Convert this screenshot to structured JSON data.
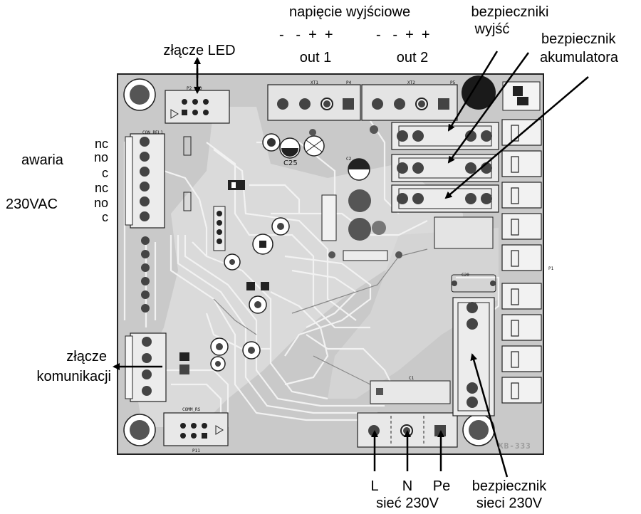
{
  "labels": {
    "output_voltage": "napięcie wyjściowe",
    "out1_polarity": "-   -  +  +",
    "out2_polarity": "-   -  +  +",
    "out1": "out 1",
    "out2": "out 2",
    "output_fuses_line1": "bezpieczniki",
    "output_fuses_line2": "wyjść",
    "battery_fuse_line1": "bezpiecznik",
    "battery_fuse_line2": "akumulatora",
    "led_connector": "złącze LED",
    "failure": "awaria",
    "voltage_230vac": "230VAC",
    "relay_pins": [
      "nc",
      "no",
      "c",
      "nc",
      "no",
      "c"
    ],
    "comm_connector_line1": "złącze",
    "comm_connector_line2": "komunikacji",
    "mains_pins": [
      "L",
      "N",
      "Pe"
    ],
    "mains_230v": "sieć 230V",
    "mains_fuse_line1": "bezpiecznik",
    "mains_fuse_line2": "sieci 230V"
  },
  "pcb_silkscreen": {
    "c25": "C25",
    "p1": "P1",
    "c1": "C1",
    "c2": "C2",
    "c20": "C20",
    "p2_led": "P2 LED",
    "con_rel1": "CON REL1",
    "comm_rs": "COMM_RS",
    "xt1": "XT1",
    "xt2": "XT2",
    "p4": "P4",
    "p5": "P5",
    "p11": "P11",
    "board_id": "KB-333"
  }
}
